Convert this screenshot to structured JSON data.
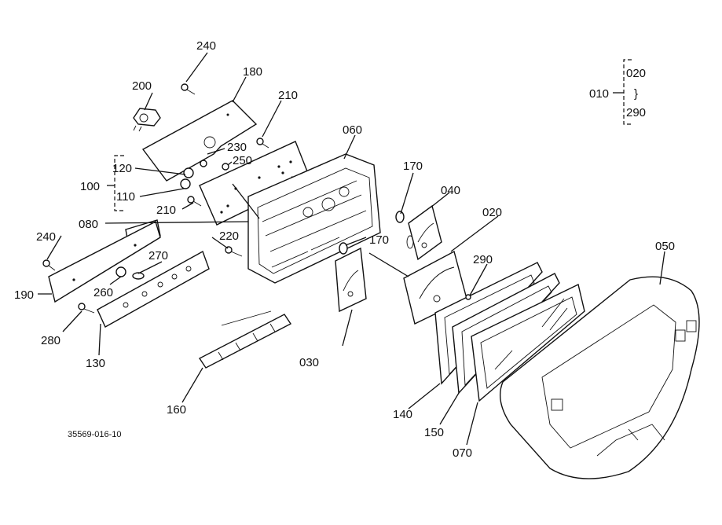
{
  "callouts": {
    "c010": "010",
    "c020": "020",
    "c030": "030",
    "c040": "040",
    "c050": "050",
    "c060": "060",
    "c070": "070",
    "c080": "080",
    "c100": "100",
    "c110": "110",
    "c120": "120",
    "c130": "130",
    "c140": "140",
    "c150": "150",
    "c160": "160",
    "c170a": "170",
    "c170b": "170",
    "c180": "180",
    "c190": "190",
    "c200": "200",
    "c210a": "210",
    "c210b": "210",
    "c220": "220",
    "c230": "230",
    "c240a": "240",
    "c240b": "240",
    "c250": "250",
    "c260": "260",
    "c270": "270",
    "c280": "280",
    "c290": "290",
    "c020r": "020",
    "c290r": "290",
    "range_mark": "}"
  },
  "drawing_code": "35569-016-10"
}
